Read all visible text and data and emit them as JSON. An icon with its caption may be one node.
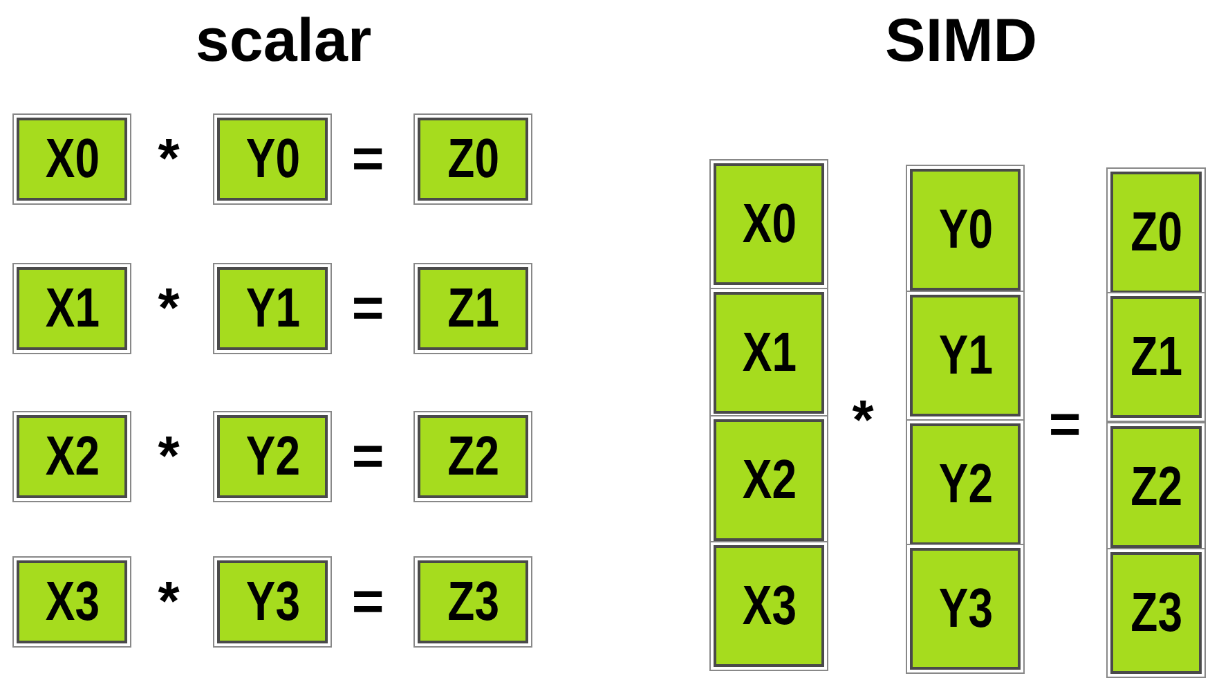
{
  "diagram": {
    "nodes": [
      {
        "text": [
          "X0"
        ]
      },
      {
        "text": [
          "Y0"
        ]
      },
      {
        "text": [
          "Z0"
        ]
      },
      {
        "text": [
          "X1"
        ]
      },
      {
        "text": [
          "Y1"
        ]
      },
      {
        "text": [
          "Z1"
        ]
      },
      {
        "text": [
          "X2"
        ]
      },
      {
        "text": [
          "Y2"
        ]
      },
      {
        "text": [
          "Z2"
        ]
      },
      {
        "text": [
          "X3"
        ]
      },
      {
        "text": [
          "Y3"
        ]
      },
      {
        "text": [
          "Z3"
        ]
      },
      {
        "text": [
          "X0"
        ]
      },
      {
        "text": [
          "X1"
        ]
      },
      {
        "text": [
          "X2"
        ]
      },
      {
        "text": [
          "X3"
        ]
      },
      {
        "text": [
          "Y0"
        ]
      },
      {
        "text": [
          "Y1"
        ]
      },
      {
        "text": [
          "Y2"
        ]
      },
      {
        "text": [
          "Y3"
        ]
      },
      {
        "text": [
          "Z0"
        ]
      },
      {
        "text": [
          "Z1"
        ]
      },
      {
        "text": [
          "Z2"
        ]
      },
      {
        "text": [
          "Z3"
        ]
      }
    ],
    "labels": [
      "scalar",
      "SIMD",
      "*",
      "=",
      "*",
      "=",
      "*",
      "=",
      "*",
      "=",
      "*",
      "="
    ]
  }
}
